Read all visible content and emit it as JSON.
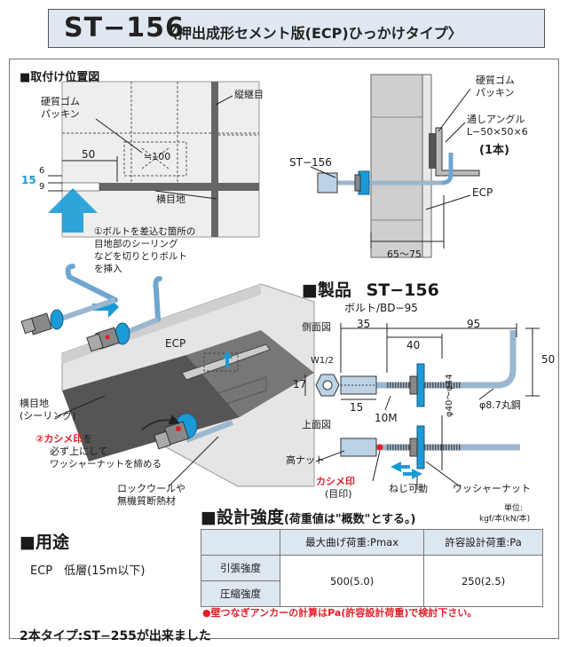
{
  "title": {
    "main": "ST−156",
    "sub": "〈押出成形セメント版(ECP)ひっかけタイプ〉"
  },
  "install_diagram": {
    "heading": "■取付け位置図",
    "label_rubber_packing": "硬質ゴム\nパッキン",
    "label_vertical_joint": "縦継目",
    "dim_50": "50",
    "dim_100": "≒100",
    "dim_6": "6",
    "dim_9": "9",
    "dim_15": "15",
    "label_horizontal_joint": "横目地",
    "step1": "①ボルトを差込む箇所の\n目地部のシーリング\nなどを切りとりボルト\nを挿入",
    "label_ecp": "ECP",
    "label_horizontal_joint_sealing": "横目地\n(シーリング)",
    "step2_red": "②カシメ印",
    "step2_rest_1": "を",
    "step2_rest_2": "必ず上にして",
    "step2_rest_3": "ワッシャーナットを締める",
    "label_rockwool": "ロックウールや\n無機質断熱材"
  },
  "section_diagram": {
    "label_rubber_packing": "硬質ゴム\nパッキン",
    "label_angle": "通しアングル\nL−50×50×6",
    "label_angle_count": "(1本)",
    "label_st156": "ST−156",
    "label_ecp": "ECP",
    "dim_range": "65〜75"
  },
  "product": {
    "heading": "■製品",
    "model": "ST−156",
    "bolt_label": "ボルト/BD−95",
    "side_view": "側面図",
    "top_view": "上面図",
    "dim_35": "35",
    "dim_40": "40",
    "dim_95": "95",
    "dim_50": "50",
    "dim_17": "17",
    "dim_15": "15",
    "w_label": "W1/2",
    "nut_label": "10M",
    "steel_label": "φ8.7丸鋼",
    "diameter_label": "φ40〜φ44",
    "tall_nut": "高ナット",
    "kashime_red": "カシメ印",
    "kashime_sub": "(目印)",
    "screw_move": "ねじ可動",
    "washer_nut": "ワッシャーナット"
  },
  "usage": {
    "heading": "■用途",
    "text": "ECP　低層(15m以下)"
  },
  "strength": {
    "heading": "■設計強度",
    "heading_note": "(荷重値は\"概数\"とする。)",
    "unit_label": "単位:",
    "unit": "kgf/本(kN/本)",
    "col_max": "最大曲げ荷重:Pmax",
    "col_allow": "許容設計荷重:Pa",
    "row_tension": "引張強度",
    "row_compression": "圧縮強度",
    "val_max": "500(5.0)",
    "val_allow": "250(2.5)",
    "note": "●壁つなぎアンカーの計算はPa(許容設計荷重)で検討下さい。"
  },
  "footer": "2本タイプ:ST−255が出来ました",
  "colors": {
    "accent_cyan": "#1a9bd6",
    "red": "#e0202a",
    "title_bg": "#dfe8f0",
    "ecp_gray": "#c9c9c9"
  }
}
